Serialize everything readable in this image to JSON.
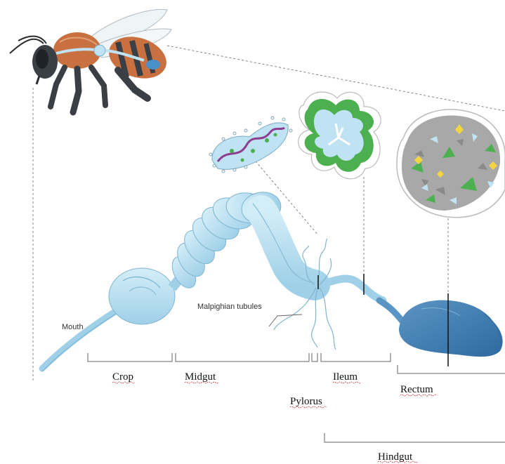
{
  "labels": {
    "mouth": "Mouth",
    "malpighian": "Malpighian tubules",
    "crop": "Crop",
    "midgut": "Midgut",
    "pylorus": "Pylorus",
    "ileum": "Ileum",
    "rectum": "Rectum",
    "hindgut": "Hindgut"
  },
  "colors": {
    "gut_light": "#bfe3f3",
    "gut_dark": "#3f7fb4",
    "bee_orange": "#c8703f",
    "bee_dark": "#3a3f45",
    "microbe_green": "#4caf50",
    "microbe_purple": "#8e3d8e",
    "microbe_yellow": "#f2d640"
  }
}
